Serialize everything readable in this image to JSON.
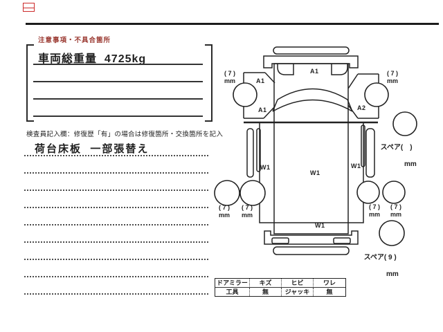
{
  "header": {
    "notes_label": "注意事項・不具合箇所",
    "gross_weight": "車両総重量  4725kg"
  },
  "inspector": {
    "caption": "検査員記入欄：修復歴「有」の場合は修復箇所・交換箇所を記入",
    "repair_note": "荷台床板  一部張替え"
  },
  "diagram": {
    "panel_codes": {
      "cab_top": "A1",
      "front_left_upper": "A1",
      "front_left_lower": "A1",
      "front_right_lower": "A2",
      "bed_left": "W1",
      "bed_center": "W1",
      "bed_right": "W1",
      "bed_rear": "W1"
    },
    "tires": {
      "front_left": {
        "depth": "( 7 )",
        "unit": "mm"
      },
      "front_right": {
        "depth": "( 7 )",
        "unit": "mm"
      },
      "rear_left_outer": {
        "depth": "( 7 )",
        "unit": "mm"
      },
      "rear_left_inner": {
        "depth": "( 7 )",
        "unit": "mm"
      },
      "rear_right_inner": {
        "depth": "( 7 )",
        "unit": "mm"
      },
      "rear_right_outer": {
        "depth": "( 7 )",
        "unit": "mm"
      }
    },
    "spare_front": {
      "label": "スペア",
      "depth": "(　)",
      "unit": "mm"
    },
    "spare_rear": {
      "label": "スペア",
      "depth": "( 9 )",
      "unit": "mm"
    }
  },
  "condition_table": {
    "rows": [
      [
        "ドアミラー",
        "キズ",
        "ヒビ",
        "ワレ"
      ],
      [
        "工具",
        "無",
        "ジャッキ",
        "無"
      ]
    ]
  },
  "colors": {
    "accent_red": "#9b3a32",
    "stamp_red": "#cc2a2a",
    "ink": "#1f1f1f"
  }
}
